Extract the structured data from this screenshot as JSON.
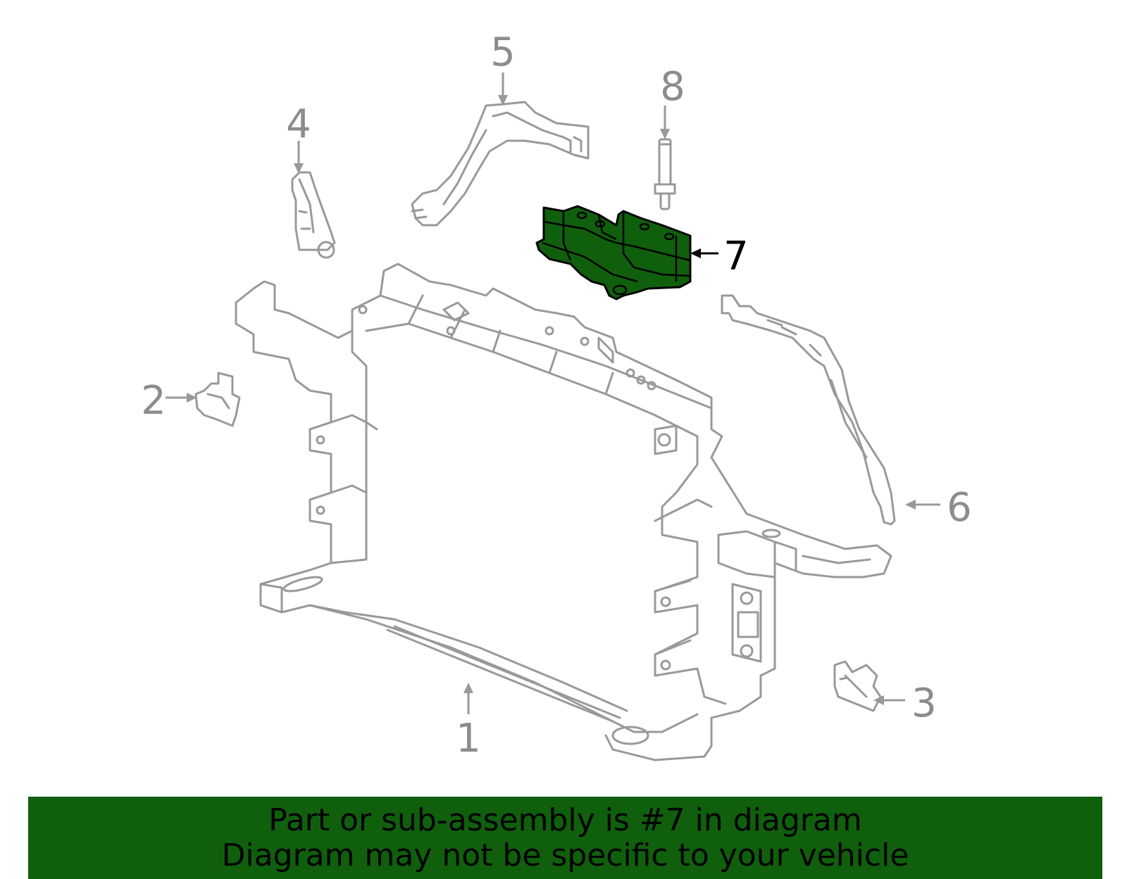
{
  "diagram": {
    "accent_color": "#105f0d",
    "line_color": "#999999",
    "highlighted_part": "7",
    "callouts": [
      {
        "id": "1",
        "label": "1",
        "active": false
      },
      {
        "id": "2",
        "label": "2",
        "active": false
      },
      {
        "id": "3",
        "label": "3",
        "active": false
      },
      {
        "id": "4",
        "label": "4",
        "active": false
      },
      {
        "id": "5",
        "label": "5",
        "active": false
      },
      {
        "id": "6",
        "label": "6",
        "active": false
      },
      {
        "id": "7",
        "label": "7",
        "active": true
      },
      {
        "id": "8",
        "label": "8",
        "active": false
      }
    ]
  },
  "banner": {
    "line1": "Part or sub-assembly is #7 in diagram",
    "line2": "Diagram may not be specific to your vehicle"
  }
}
